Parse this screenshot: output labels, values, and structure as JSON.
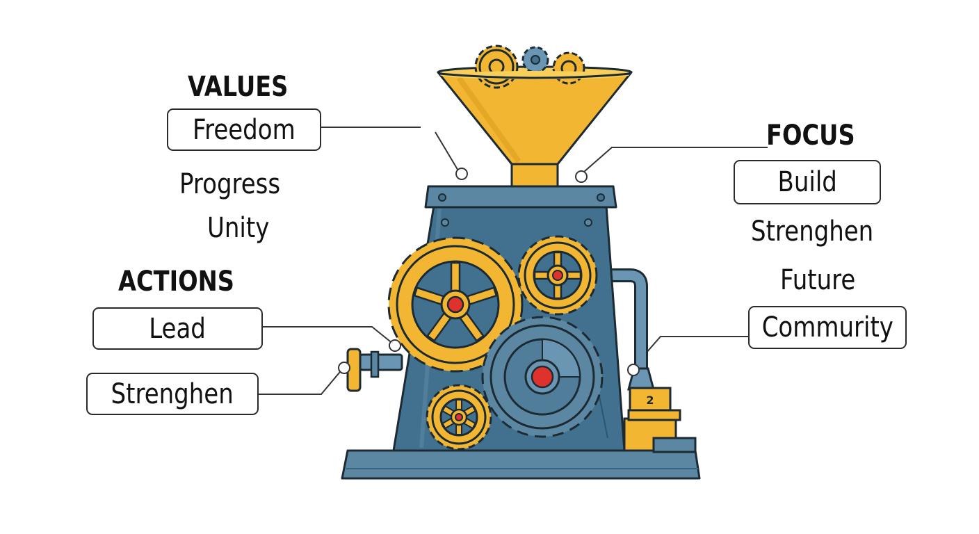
{
  "values": {
    "heading": "VALUES",
    "boxed": "Freedom",
    "items": [
      "Progress",
      "Unity"
    ]
  },
  "actions": {
    "heading": "ACTIONS",
    "boxed": [
      "Lead",
      "Strenghen"
    ]
  },
  "focus": {
    "heading": "FOCUS",
    "boxed_top": "Build",
    "items": [
      "Strenghen",
      "Future"
    ],
    "boxed_bottom": "Commurity"
  },
  "machine": {
    "counter_number": "2"
  },
  "colors": {
    "machine_body": "#41718e",
    "machine_top": "#5b87a3",
    "gear_gold": "#f2b632",
    "gear_dark": "#c98a14",
    "gear_blue": "#4f7d9a",
    "hub_red": "#e0322c",
    "outline": "#1c2a33",
    "leader_line": "#333333"
  }
}
